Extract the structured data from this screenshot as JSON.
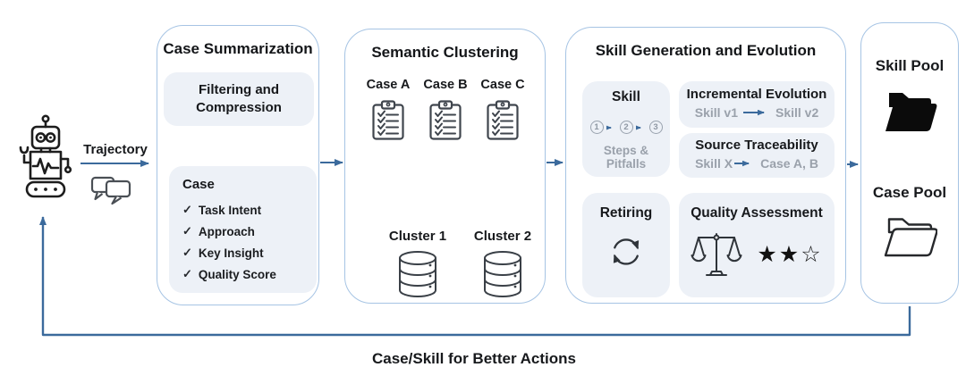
{
  "colors": {
    "box_border": "#a6c4e4",
    "panel_fill": "#edf1f7",
    "arrow_blue": "#3b6a9c",
    "text_dark": "#17191c",
    "text_gray": "#9aa1ab"
  },
  "left": {
    "trajectory_label": "Trajectory"
  },
  "case_summarization": {
    "title": "Case Summarization",
    "filtering_label": "Filtering and Compression",
    "case_panel": {
      "title": "Case",
      "check_glyph": "✓",
      "items": [
        "Task Intent",
        "Approach",
        "Key Insight",
        "Quality Score"
      ]
    }
  },
  "semantic_clustering": {
    "title": "Semantic Clustering",
    "case_labels": [
      "Case A",
      "Case B",
      "Case C"
    ],
    "cluster_labels": [
      "Cluster 1",
      "Cluster 2"
    ]
  },
  "skill_generation": {
    "title": "Skill Generation and Evolution",
    "skill_panel": {
      "title": "Skill",
      "steps": [
        "1",
        "2",
        "3"
      ],
      "caption": "Steps & Pitfalls"
    },
    "incremental_panel": {
      "title": "Incremental Evolution",
      "from_label": "Skill v1",
      "to_label": "Skill v2"
    },
    "traceability_panel": {
      "title": "Source Traceability",
      "from_label": "Skill X",
      "to_label": "Case A, B"
    },
    "retiring_panel": {
      "title": "Retiring"
    },
    "quality_panel": {
      "title": "Quality Assessment",
      "stars": "★★☆"
    }
  },
  "pool_panel": {
    "skill_pool_label": "Skill Pool",
    "case_pool_label": "Case Pool"
  },
  "feedback_label": "Case/Skill for Better Actions"
}
